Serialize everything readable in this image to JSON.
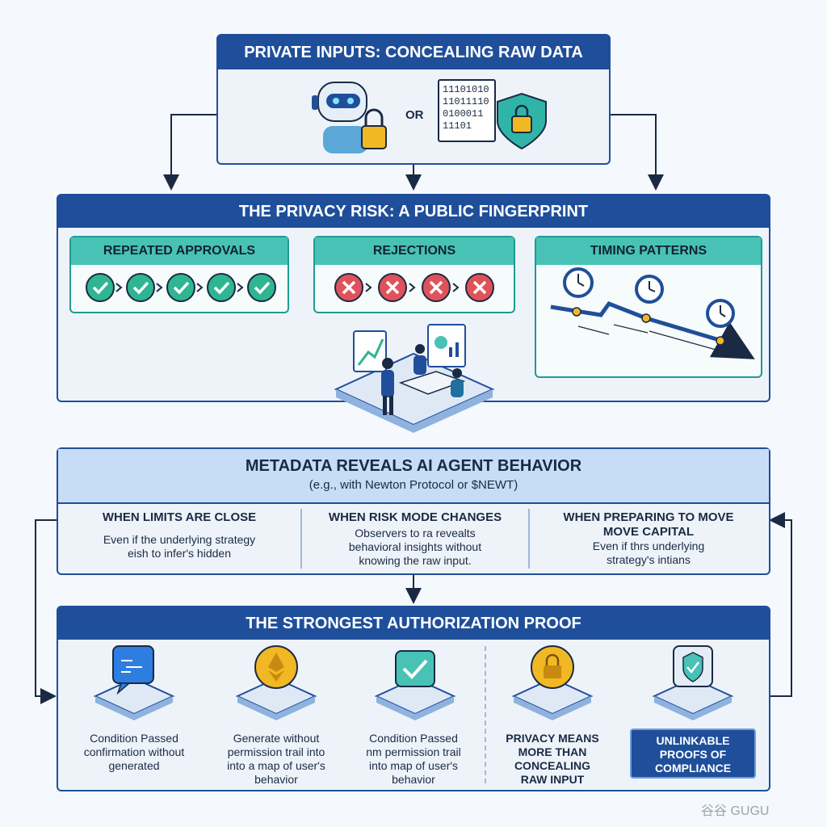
{
  "private_inputs": {
    "title": "PRIVATE INPUTS: CONCEALING RAW DATA",
    "or_label": "OR",
    "binary_lines": [
      "11101010",
      "11011110",
      "0100011",
      "11101"
    ]
  },
  "privacy_risk": {
    "title": "THE PRIVACY RISK: A PUBLIC FINGERPRINT",
    "cards": [
      {
        "label": "REPEATED APPROVALS"
      },
      {
        "label": "REJECTIONS"
      },
      {
        "label": "TIMING PATTERNS"
      }
    ]
  },
  "metadata": {
    "title": "METADATA REVEALS AI AGENT BEHAVIOR",
    "subtitle": "(e.g., with Newton Protocol or $NEWT)",
    "columns": [
      {
        "heading": "WHEN LIMITS ARE CLOSE",
        "text": "Even if the underlying strategy\neish to infer's hidden"
      },
      {
        "heading": "WHEN RISK MODE CHANGES",
        "text": "Observers to ra revealts\nbehavioral insights without\nknowing the raw input."
      },
      {
        "heading": "WHEN PREPARING TO MOVE\nMOVE CAPITAL",
        "text": "Even if thrs underlying\nstrategy's intians"
      }
    ]
  },
  "proof": {
    "title": "THE STRONGEST AUTHORIZATION PROOF",
    "steps": [
      {
        "caption": "Condition Passed\nconfirmation without\ngenerated"
      },
      {
        "caption": "Generate without\npermission trail into\ninto a map of user's\nbehavior"
      },
      {
        "caption": "Condition Passed\nnm permission trail\ninto map of user's\nbehavior"
      },
      {
        "caption": "PRIVACY MEANS\nMORE THAN\nCONCEALING\nRAW INPUT"
      },
      {
        "caption": "UNLINKABLE\nPROOFS OF\nCOMPLIANCE"
      }
    ]
  },
  "watermark": "谷谷 GUGU",
  "colors": {
    "navy": "#1f4f9a",
    "teal": "#48c2b5",
    "green": "#2fb592",
    "red": "#e0525a",
    "gold": "#f2b824"
  }
}
